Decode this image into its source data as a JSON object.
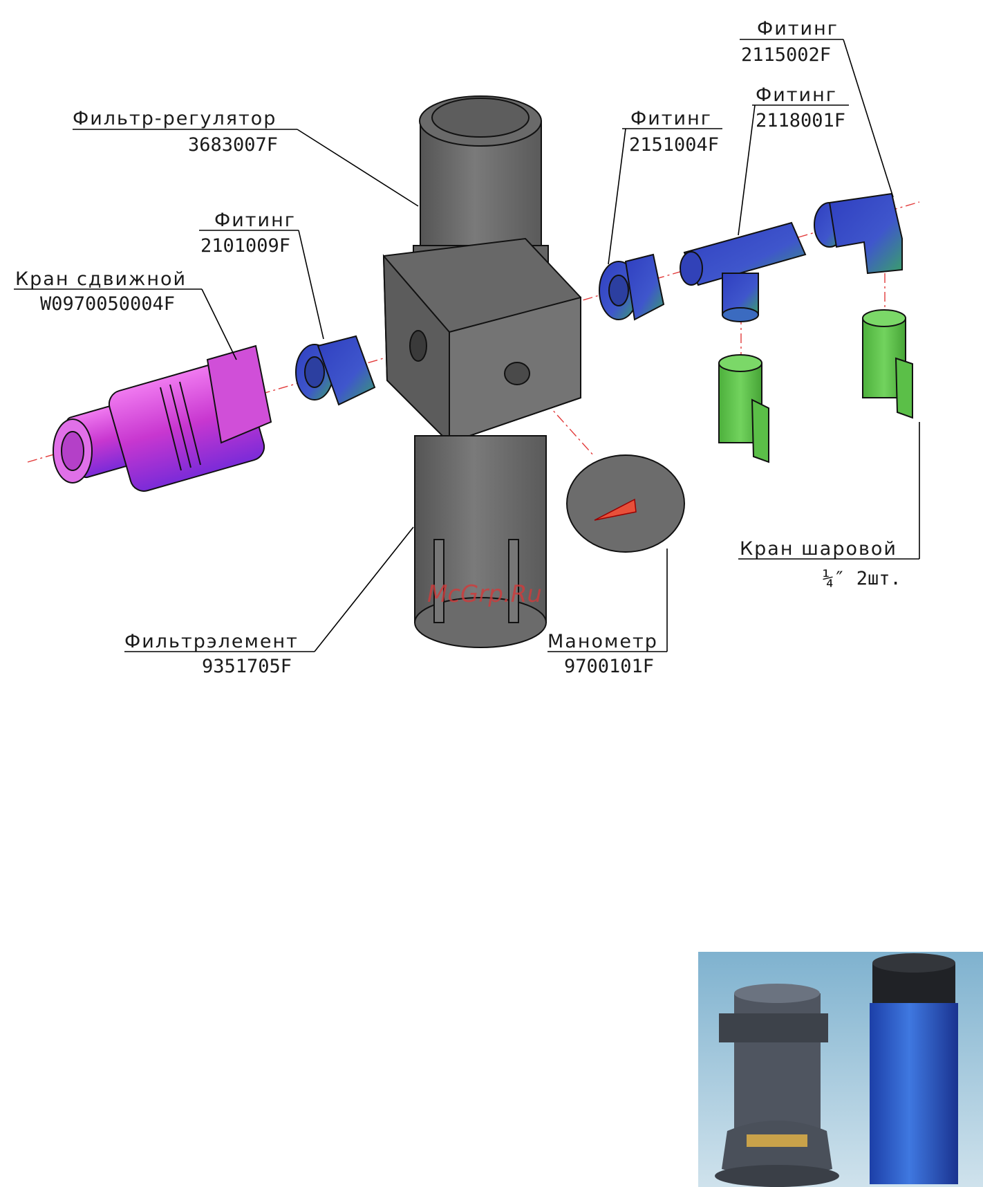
{
  "labels": {
    "filter_regulator": {
      "name": "Фильтр-регулятор",
      "code": "3683007F"
    },
    "fitting_left": {
      "name": "Фитинг",
      "code": "2101009F"
    },
    "slide_valve": {
      "name": "Кран сдвижной",
      "code": "W0970050004F"
    },
    "fitting_2151": {
      "name": "Фитинг",
      "code": "2151004F"
    },
    "fitting_2118": {
      "name": "Фитинг",
      "code": "2118001F"
    },
    "fitting_2115": {
      "name": "Фитинг",
      "code": "2115002F"
    },
    "ball_valve": {
      "name": "Кран шаровой",
      "code": "¼″ 2шт."
    },
    "filter_element": {
      "name": "Фильтрэлемент",
      "code": "9351705F"
    },
    "manometer": {
      "name": "Манометр",
      "code": "9700101F"
    }
  },
  "watermark": "McGrp.Ru",
  "colors": {
    "body_gray": "#707070",
    "valve_magenta": "#d63fd6",
    "fitting_blue": "#3b49c8",
    "valve_handle_green": "#5fc94a",
    "gauge_needle": "#e8503a",
    "axis_red": "#e23a3a"
  }
}
